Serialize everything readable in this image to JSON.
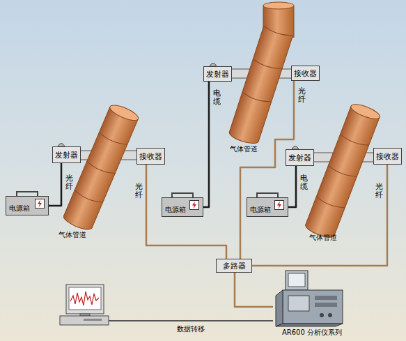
{
  "diagram": {
    "nodes": [
      {
        "text": [
          "发射器"
        ]
      },
      {
        "text": [
          "接收器"
        ]
      },
      {
        "text": [
          "发射器"
        ]
      },
      {
        "text": [
          "接收器"
        ]
      },
      {
        "text": [
          "发射器"
        ]
      },
      {
        "text": [
          "接收器"
        ]
      },
      {
        "text": [
          "电源箱"
        ]
      },
      {
        "text": [
          "电源箱"
        ]
      },
      {
        "text": [
          "电源箱"
        ]
      },
      {
        "text": [
          "多路器"
        ]
      },
      {
        "text": [
          "AR600 分析仪系列"
        ]
      }
    ],
    "edges": [
      {
        "from": 2,
        "to": 6,
        "label": "光纤",
        "arrow": "none"
      },
      {
        "from": 3,
        "to": 9,
        "label": "光纤",
        "arrow": "none"
      },
      {
        "from": 0,
        "to": 7,
        "label": "电缆",
        "arrow": "none"
      },
      {
        "from": 1,
        "to": 9,
        "label": "光纤",
        "arrow": "none"
      },
      {
        "from": 4,
        "to": 8,
        "label": "电缆",
        "arrow": "none"
      },
      {
        "from": 5,
        "to": 9,
        "label": "光纤",
        "arrow": "none"
      },
      {
        "from": 9,
        "to": 10,
        "arrow": "none"
      }
    ],
    "labels": [
      "气体管道",
      "气体管道",
      "气体管道",
      "数据转移"
    ]
  }
}
